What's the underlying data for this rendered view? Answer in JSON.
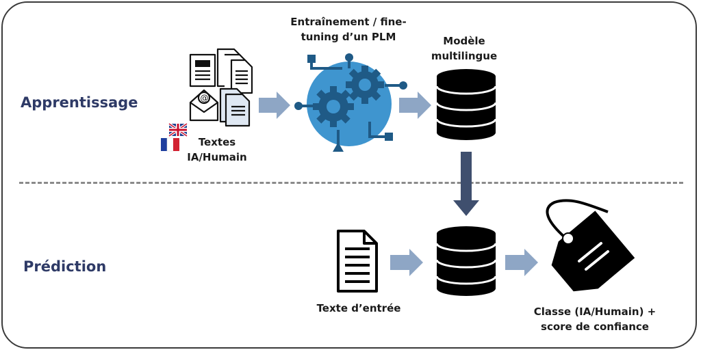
{
  "sections": {
    "learning": "Apprentissage",
    "prediction": "Prédiction"
  },
  "labels": {
    "texts": "Textes\nIA/Humain",
    "training": "Entraînement / fine-\ntuning d’un PLM",
    "model": "Modèle\nmultilingue",
    "input_text": "Texte d’entrée",
    "output": "Classe (IA/Humain) +\nscore de confiance"
  },
  "icons": [
    "documents-icon",
    "uk-flag-icon",
    "france-flag-icon",
    "gears-icon",
    "database-icon",
    "document-icon",
    "tag-icon"
  ],
  "colors": {
    "section_text": "#2e3a66",
    "arrow_light": "#8ea6c5",
    "arrow_dark": "#3f4f6e",
    "gear_blue": "#3f95cf",
    "gear_dark": "#1f5a86"
  }
}
